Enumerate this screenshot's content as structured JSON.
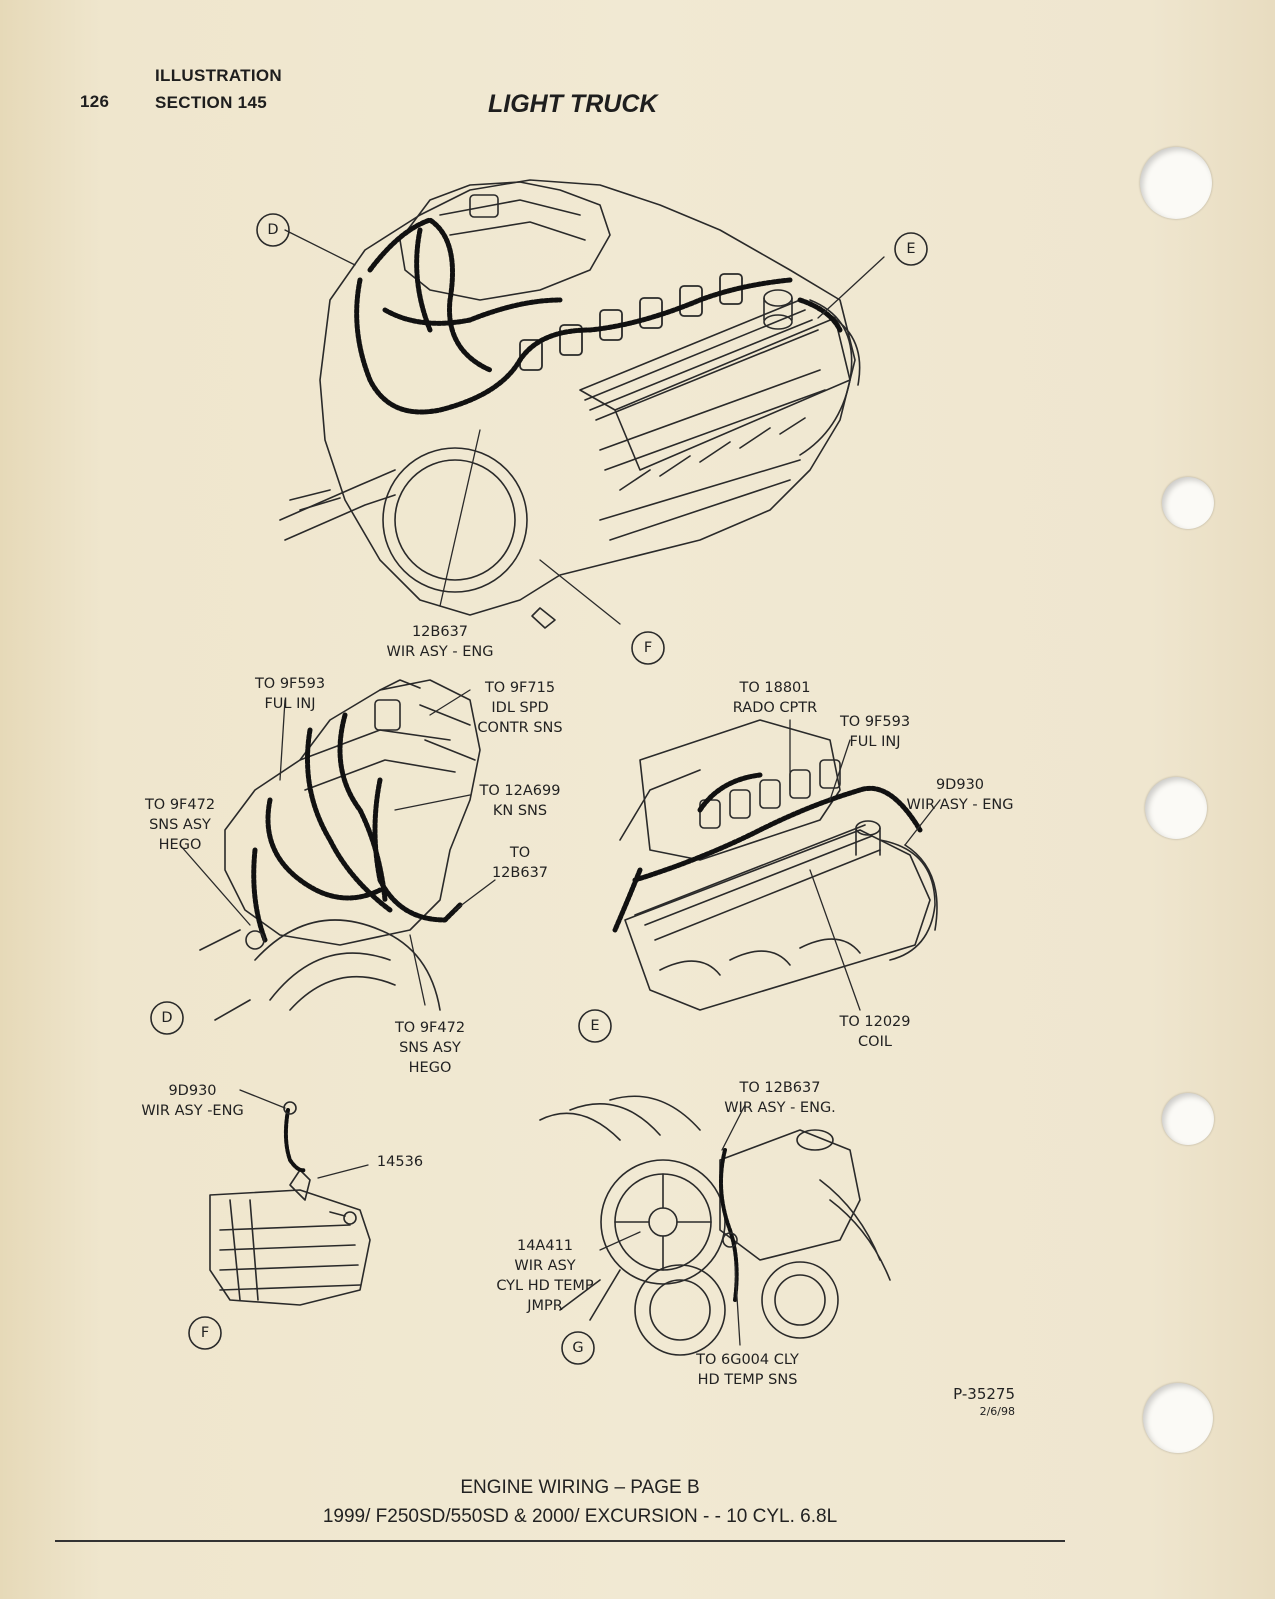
{
  "header": {
    "page_number": "126",
    "label_illustration": "ILLUSTRATION",
    "label_section": "SECTION 145",
    "title": "LIGHT TRUCK"
  },
  "callouts": [
    "D",
    "E",
    "F",
    "D",
    "E",
    "F",
    "G"
  ],
  "labels": {
    "main_harness": [
      "12B637",
      "WIR ASY - ENG"
    ],
    "d_fuel_inj": [
      "TO 9F593",
      "FUL INJ"
    ],
    "d_idle_speed": [
      "TO 9F715",
      "IDL SPD",
      "CONTR SNS"
    ],
    "d_knock": [
      "TO 12A699",
      "KN SNS"
    ],
    "d_hego_left": [
      "TO 9F472",
      "SNS ASY",
      "HEGO"
    ],
    "d_to_harness": [
      "TO",
      "12B637"
    ],
    "d_hego_bottom": [
      "TO 9F472",
      "SNS ASY",
      "HEGO"
    ],
    "e_radio_cap": [
      "TO 18801",
      "RADO CPTR"
    ],
    "e_fuel_inj": [
      "TO 9F593",
      "FUL INJ"
    ],
    "e_harness": [
      "9D930",
      "WIR ASY - ENG"
    ],
    "e_coil": [
      "TO 12029",
      "COIL"
    ],
    "f_harness": [
      "9D930",
      "WIR ASY -ENG"
    ],
    "f_part": [
      "14536"
    ],
    "g_to_harness": [
      "TO 12B637",
      "WIR ASY - ENG."
    ],
    "g_jumper": [
      "14A411",
      "WIR ASY",
      "CYL HD TEMP",
      "JMPR"
    ],
    "g_sensor": [
      "TO 6G004 CLY",
      "HD TEMP SNS"
    ]
  },
  "reference": {
    "number": "P-35275",
    "date": "2/6/98"
  },
  "caption": {
    "line1": "ENGINE WIRING – PAGE B",
    "line2": "1999/ F250SD/550SD & 2000/ EXCURSION - - 10 CYL. 6.8L"
  },
  "colors": {
    "paper": "#efe6cd",
    "ink": "#1e1e1e"
  }
}
